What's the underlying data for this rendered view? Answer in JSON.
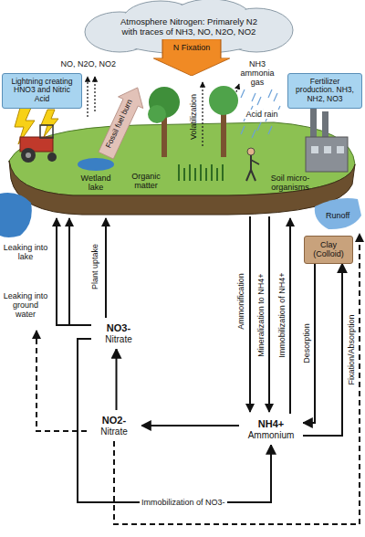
{
  "diagram": {
    "nodes": [
      {
        "text": [
          "Atmosphere Nitrogen: Primarely N2 with traces of NH3, NO, N2O, NO2"
        ]
      },
      {
        "text": [
          "N Fixation"
        ]
      },
      {
        "text": [
          "Lightning creating HNO3 and Nitric Acid"
        ]
      },
      {
        "text": [
          "Fertilizer production. NH3, NH2, NO3"
        ]
      },
      {
        "text": [
          "Clay (Colloid)"
        ]
      },
      {
        "text": [
          "NO3-",
          "Nitrate"
        ]
      },
      {
        "text": [
          "NO2-",
          "Nitrate"
        ]
      },
      {
        "text": [
          "NH4+",
          "Ammonium"
        ]
      }
    ],
    "edges": [
      {
        "from": 6,
        "to": 5,
        "arrow": "to"
      },
      {
        "from": 7,
        "to": 6,
        "arrow": "to"
      },
      {
        "from": 5,
        "to": 7,
        "label": "Immobilization of NO3-",
        "arrow": "to"
      },
      {
        "from": 4,
        "to": 7,
        "label": "Desorption",
        "arrow": "to"
      },
      {
        "from": 7,
        "to": 4,
        "label": "Fixation/Absorption",
        "arrow": "to"
      }
    ],
    "labels": [
      "NO, N2O, NO2",
      "NH3 ammonia gas",
      "Fossil fuel burn",
      "Volatilization",
      "Acid rain",
      "Wetland lake",
      "Organic matter",
      "Soil micro-organisms",
      "Runoff",
      "Leaking into lake",
      "Leaking into ground water",
      "Plant uptake",
      "Ammonification",
      "Mineralization to NH4+",
      "Immobilization of NH4+"
    ]
  }
}
